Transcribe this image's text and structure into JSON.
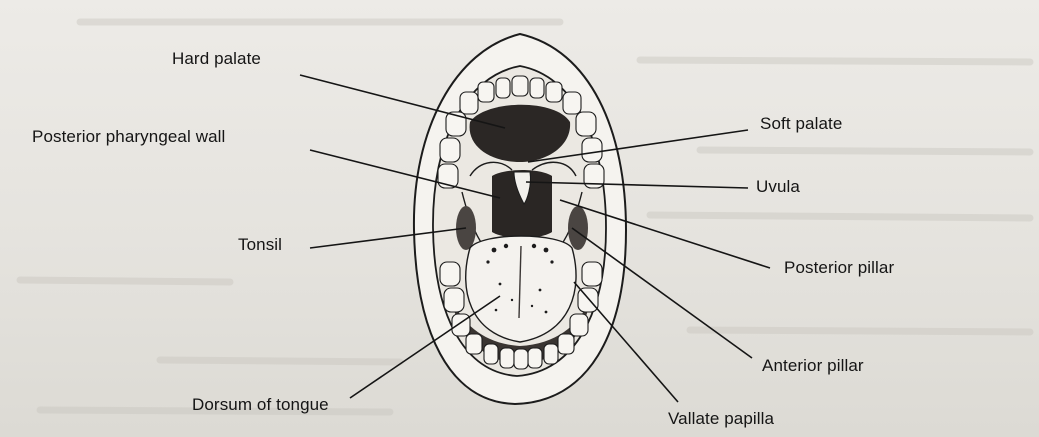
{
  "labels": {
    "hard_palate": "Hard palate",
    "posterior_pharyngeal_wall": "Posterior pharyngeal wall",
    "tonsil": "Tonsil",
    "dorsum_of_tongue": "Dorsum of tongue",
    "soft_palate": "Soft palate",
    "uvula": "Uvula",
    "posterior_pillar": "Posterior pillar",
    "anterior_pillar": "Anterior pillar",
    "vallate_papilla": "Vallate papilla"
  },
  "colors": {
    "ink": "#151515",
    "paper": "#e8e6e1",
    "cavity_dark": "#2a2624",
    "tongue": "#f4f2ee"
  }
}
